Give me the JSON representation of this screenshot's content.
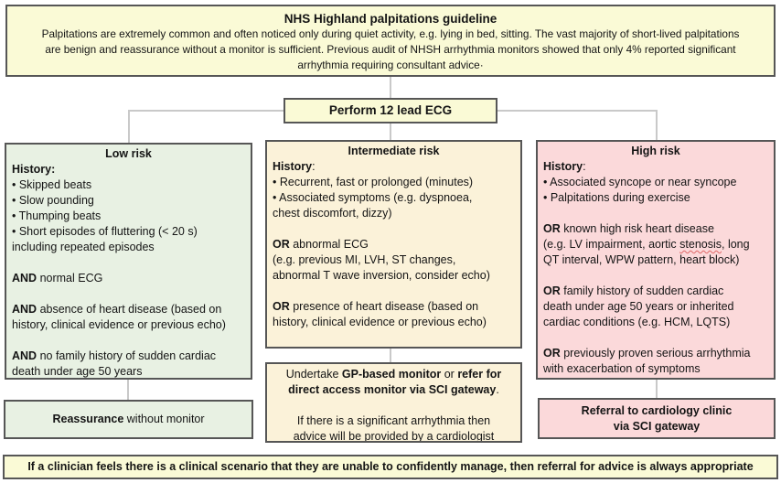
{
  "header": {
    "title": "NHS Highland palpitations guideline",
    "body_lines": [
      [
        {
          "t": "Palpitations are extremely common and often noticed only during quiet activity, e.g. lying in bed, sitting. The vast majority of short-lived palpitations"
        }
      ],
      [
        {
          "t": "are benign and reassurance without a monitor is sufficient. Previous audit of NHSH arrhythmia monitors showed that only 4% reported significant"
        }
      ],
      [
        {
          "t": "arrhythmia requiring consultant advice·"
        }
      ]
    ]
  },
  "ecg_box": {
    "label": "Perform 12 lead ECG"
  },
  "columns": [
    {
      "id": "low-risk",
      "title": "Low risk",
      "lines": [
        [
          {
            "t": "History:",
            "b": true
          }
        ],
        [
          {
            "t": "• Skipped beats"
          }
        ],
        [
          {
            "t": "• Slow pounding"
          }
        ],
        [
          {
            "t": "• Thumping beats"
          }
        ],
        [
          {
            "t": "• Short episodes of fluttering (< 20 s)"
          }
        ],
        [
          {
            "t": "including repeated episodes"
          }
        ],
        [],
        [
          {
            "t": "AND",
            "b": true
          },
          {
            "t": " normal ECG"
          }
        ],
        [],
        [
          {
            "t": "AND",
            "b": true
          },
          {
            "t": " absence of heart disease (based on"
          }
        ],
        [
          {
            "t": "history, clinical evidence or previous echo)"
          }
        ],
        [],
        [
          {
            "t": "AND",
            "b": true
          },
          {
            "t": " no family history of sudden cardiac"
          }
        ],
        [
          {
            "t": "death under age 50 years"
          }
        ]
      ],
      "action_lines": [
        [
          {
            "t": "Reassurance",
            "b": true
          },
          {
            "t": " without monitor"
          }
        ]
      ]
    },
    {
      "id": "intermediate-risk",
      "title": "Intermediate risk",
      "lines": [
        [
          {
            "t": "History",
            "b": true
          },
          {
            "t": ":"
          }
        ],
        [
          {
            "t": "• Recurrent, fast or prolonged (minutes)"
          }
        ],
        [
          {
            "t": "• Associated symptoms (e.g. dyspnoea,"
          }
        ],
        [
          {
            "t": "chest discomfort, dizzy)"
          }
        ],
        [],
        [
          {
            "t": "OR",
            "b": true
          },
          {
            "t": " abnormal ECG"
          }
        ],
        [
          {
            "t": "(e.g. previous MI, LVH, ST changes,"
          }
        ],
        [
          {
            "t": "abnormal T wave inversion, consider echo)"
          }
        ],
        [],
        [
          {
            "t": "OR",
            "b": true
          },
          {
            "t": " presence of heart disease (based on"
          }
        ],
        [
          {
            "t": "history, clinical evidence or previous echo)"
          }
        ]
      ],
      "action_lines": [
        [
          {
            "t": "Undertake "
          },
          {
            "t": "GP-based monitor",
            "b": true
          },
          {
            "t": " or "
          },
          {
            "t": "refer for",
            "b": true
          }
        ],
        [
          {
            "t": "direct access monitor via SCI gateway",
            "b": true
          },
          {
            "t": "."
          }
        ],
        [],
        [
          {
            "t": "If there is a significant arrhythmia then"
          }
        ],
        [
          {
            "t": "advice will be provided by a cardiologist"
          }
        ]
      ]
    },
    {
      "id": "high-risk",
      "title": "High risk",
      "lines": [
        [
          {
            "t": "History",
            "b": true
          },
          {
            "t": ":"
          }
        ],
        [
          {
            "t": "• Associated syncope or near syncope"
          }
        ],
        [
          {
            "t": "• Palpitations during exercise"
          }
        ],
        [],
        [
          {
            "t": "OR",
            "b": true
          },
          {
            "t": " known high risk heart disease"
          }
        ],
        [
          {
            "t": "(e.g. LV impairment, aortic "
          },
          {
            "t": "stenosis",
            "u": true
          },
          {
            "t": ", long"
          }
        ],
        [
          {
            "t": "QT interval, WPW pattern, heart block)"
          }
        ],
        [],
        [
          {
            "t": "OR",
            "b": true
          },
          {
            "t": " family history of sudden cardiac"
          }
        ],
        [
          {
            "t": "death under age 50 years or inherited"
          }
        ],
        [
          {
            "t": "cardiac conditions (e.g. HCM, LQTS)"
          }
        ],
        [],
        [
          {
            "t": "OR",
            "b": true
          },
          {
            "t": " previously proven serious arrhythmia"
          }
        ],
        [
          {
            "t": "with exacerbation of symptoms"
          }
        ]
      ],
      "action_lines": [
        [
          {
            "t": "Referral to cardiology clinic"
          }
        ],
        [
          {
            "t": "via SCI gateway"
          }
        ]
      ]
    }
  ],
  "footer": {
    "text": "If a clinician feels there is a clinical scenario that they are unable to confidently manage, then referral for advice is always appropriate"
  },
  "colors": {
    "lemon": "#fafad6",
    "cream": "#fbf2d9",
    "green": "#e8f1e3",
    "pink": "#fbd9da",
    "border": "#565656",
    "connector": "#c9c9c9",
    "spellcheck_red": "#e06666"
  }
}
